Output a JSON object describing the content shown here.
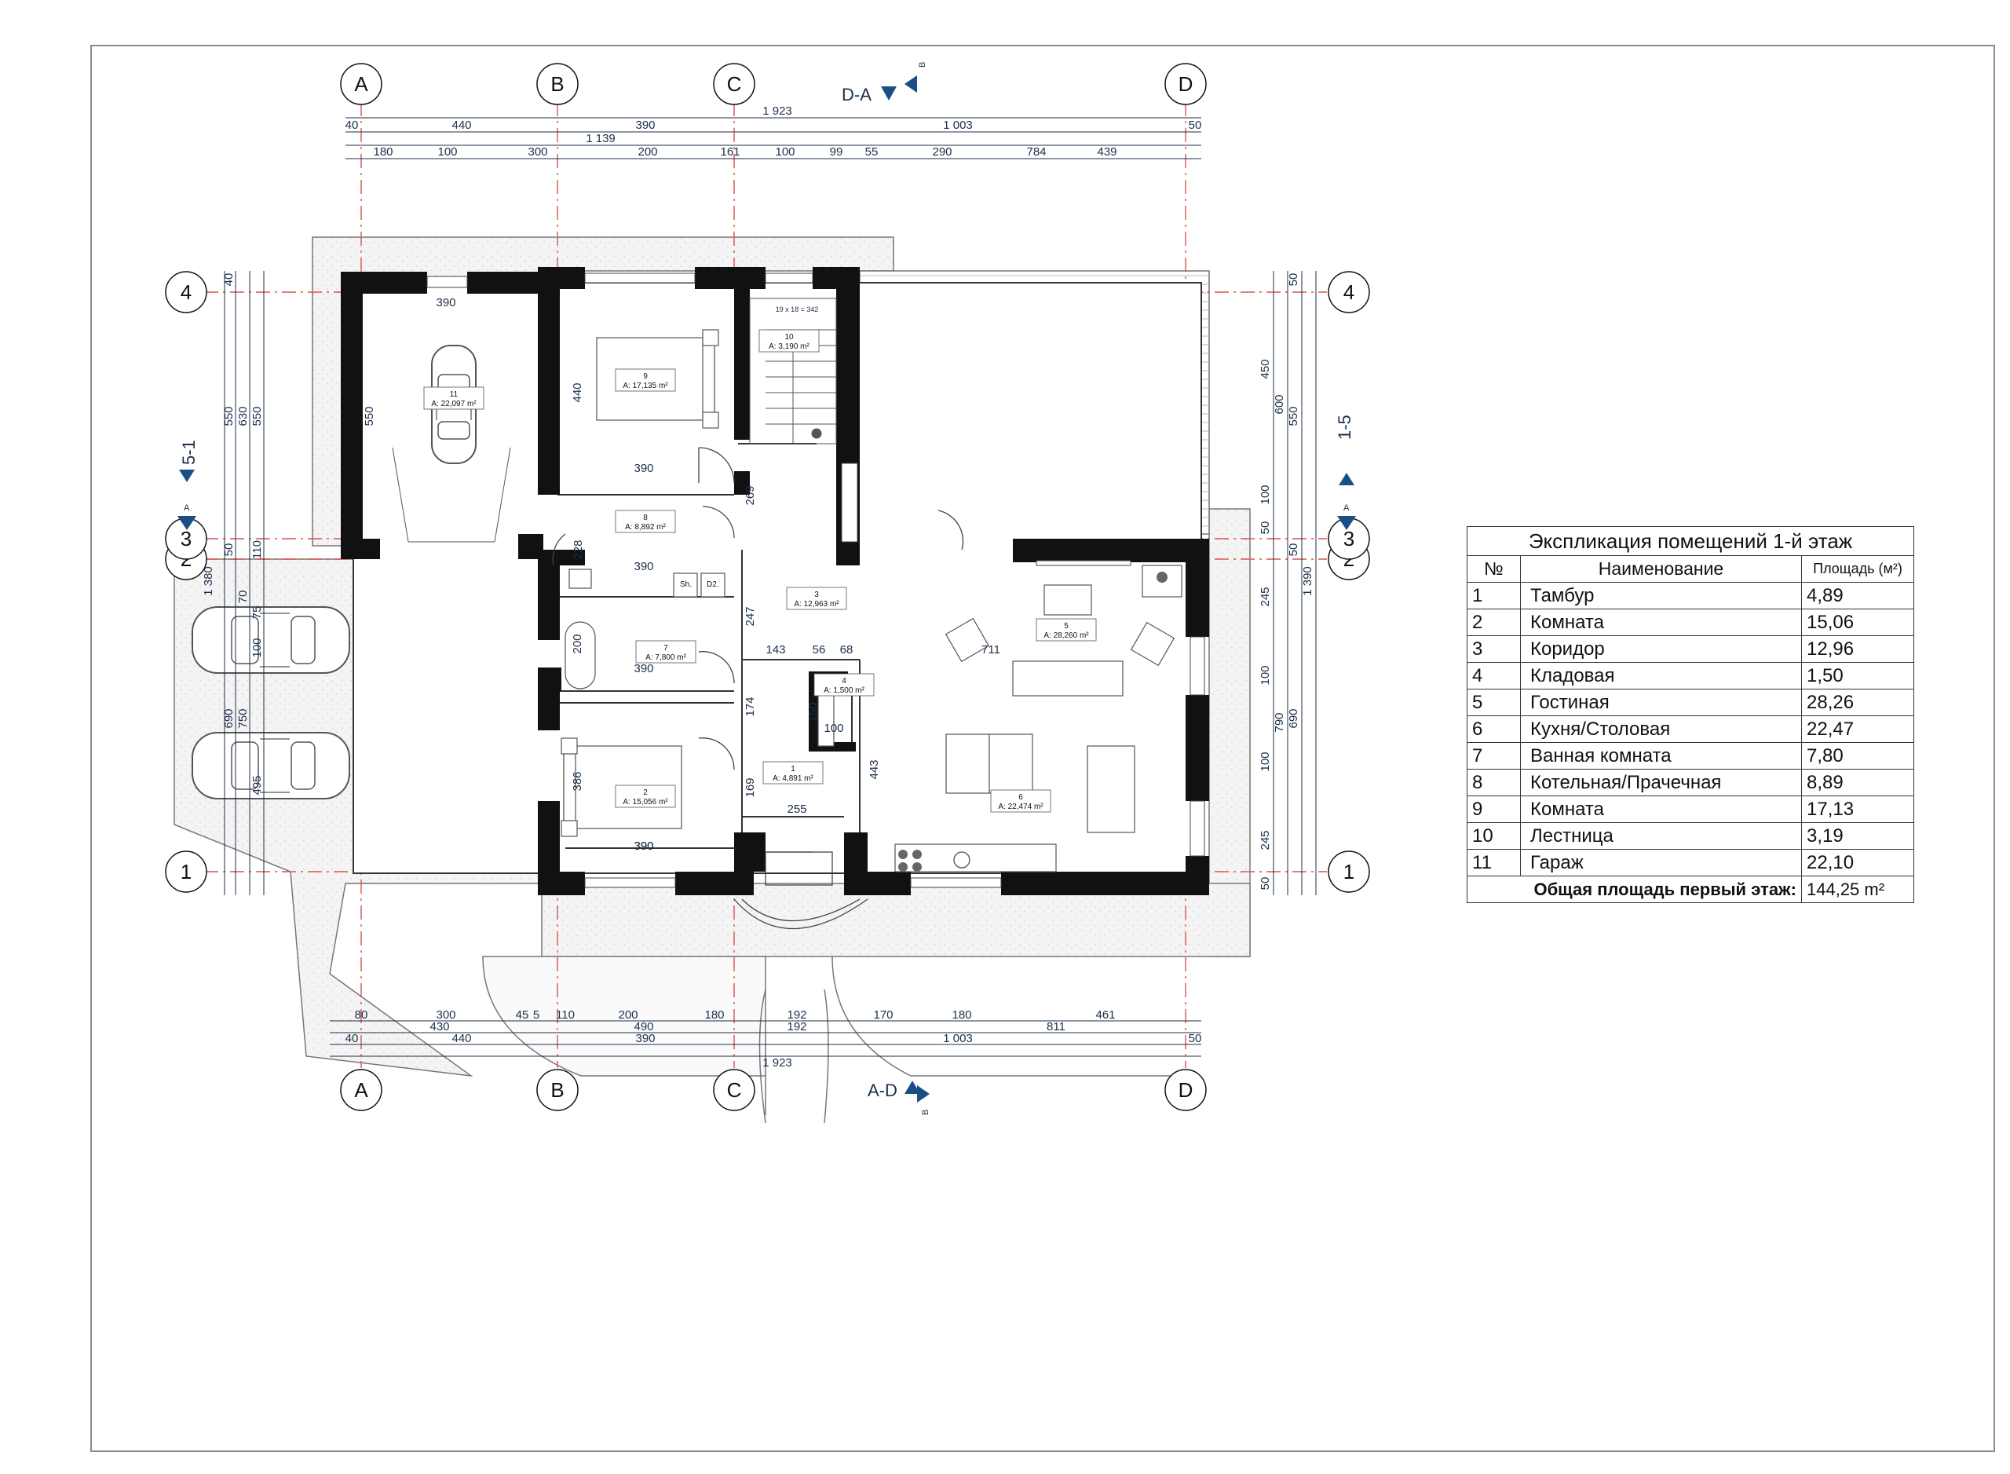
{
  "axes": {
    "columns": [
      "A",
      "B",
      "C",
      "D"
    ],
    "rows": [
      "1",
      "2",
      "3",
      "4"
    ]
  },
  "sections": {
    "top": "D-A",
    "bottom": "A-D",
    "left": "5-1",
    "right": "1-5",
    "marker_letter_top": "B",
    "marker_letter_side": "A"
  },
  "dimensions": {
    "top_row1": [
      "1 923"
    ],
    "top_row2": [
      "40",
      "440",
      "390",
      "1 003",
      "50"
    ],
    "top_row3": [
      "1 139"
    ],
    "top_row4": [
      "180",
      "100",
      "300",
      "200",
      "161",
      "100",
      "99",
      "55",
      "290",
      "784",
      "439"
    ],
    "bottom_row1": [
      "80",
      "300",
      "45",
      "5",
      "110",
      "200",
      "180",
      "192",
      "170",
      "180",
      "461"
    ],
    "bottom_row2": [
      "430",
      "490",
      "192",
      "811"
    ],
    "bottom_row3": [
      "40",
      "440",
      "390",
      "1 003",
      "50"
    ],
    "bottom_row4": [
      "1 923"
    ],
    "left_outer": [
      "40",
      "550",
      "630",
      "550"
    ],
    "left_inner": [
      "50",
      "110",
      "1 380",
      "70",
      "75",
      "100",
      "690",
      "750",
      "495"
    ],
    "right_outer": [
      "50",
      "450",
      "600",
      "550",
      "100",
      "50"
    ],
    "right_inner": [
      "50",
      "245",
      "1 390",
      "100",
      "790",
      "690",
      "100",
      "245",
      "50"
    ],
    "interior": [
      "390",
      "550",
      "390",
      "440",
      "390",
      "228",
      "269",
      "390",
      "247",
      "200",
      "390",
      "174",
      "143",
      "56",
      "68",
      "711",
      "150",
      "100",
      "386",
      "443",
      "169",
      "255",
      "390",
      "19 x 18 = 342"
    ]
  },
  "rooms": [
    {
      "num": "1",
      "area": "A: 4,891 m²"
    },
    {
      "num": "2",
      "area": "A: 15,056 m²"
    },
    {
      "num": "3",
      "area": "A: 12,963 m²"
    },
    {
      "num": "4",
      "area": "A: 1,500 m²"
    },
    {
      "num": "5",
      "area": "A: 28,260 m²"
    },
    {
      "num": "6",
      "area": "A: 22,474 m²"
    },
    {
      "num": "7",
      "area": "A: 7,800 m²"
    },
    {
      "num": "8",
      "area": "A: 8,892 m²"
    },
    {
      "num": "9",
      "area": "A: 17,135 m²"
    },
    {
      "num": "10",
      "area": "A: 3,190 m²"
    },
    {
      "num": "11",
      "area": "A: 22,097 m²"
    }
  ],
  "fixtures": {
    "sh": "Sh.",
    "d2": "D2."
  },
  "explication": {
    "title": "Экспликация помещений 1-й этаж",
    "headers": {
      "num": "№",
      "name": "Наименование",
      "area": "Площадь (м²)"
    },
    "rows": [
      {
        "num": "1",
        "name": "Тамбур",
        "area": "4,89"
      },
      {
        "num": "2",
        "name": "Комната",
        "area": "15,06"
      },
      {
        "num": "3",
        "name": "Коридор",
        "area": "12,96"
      },
      {
        "num": "4",
        "name": "Кладовая",
        "area": "1,50"
      },
      {
        "num": "5",
        "name": "Гостиная",
        "area": "28,26"
      },
      {
        "num": "6",
        "name": "Кухня/Столовая",
        "area": "22,47"
      },
      {
        "num": "7",
        "name": "Ванная комната",
        "area": "7,80"
      },
      {
        "num": "8",
        "name": "Котельная/Прачечная",
        "area": "8,89"
      },
      {
        "num": "9",
        "name": "Комната",
        "area": "17,13"
      },
      {
        "num": "10",
        "name": "Лестница",
        "area": "3,19"
      },
      {
        "num": "11",
        "name": "Гараж",
        "area": "22,10"
      }
    ],
    "total_label": "Общая площадь первый этаж:",
    "total_value": "144,25 m²"
  }
}
